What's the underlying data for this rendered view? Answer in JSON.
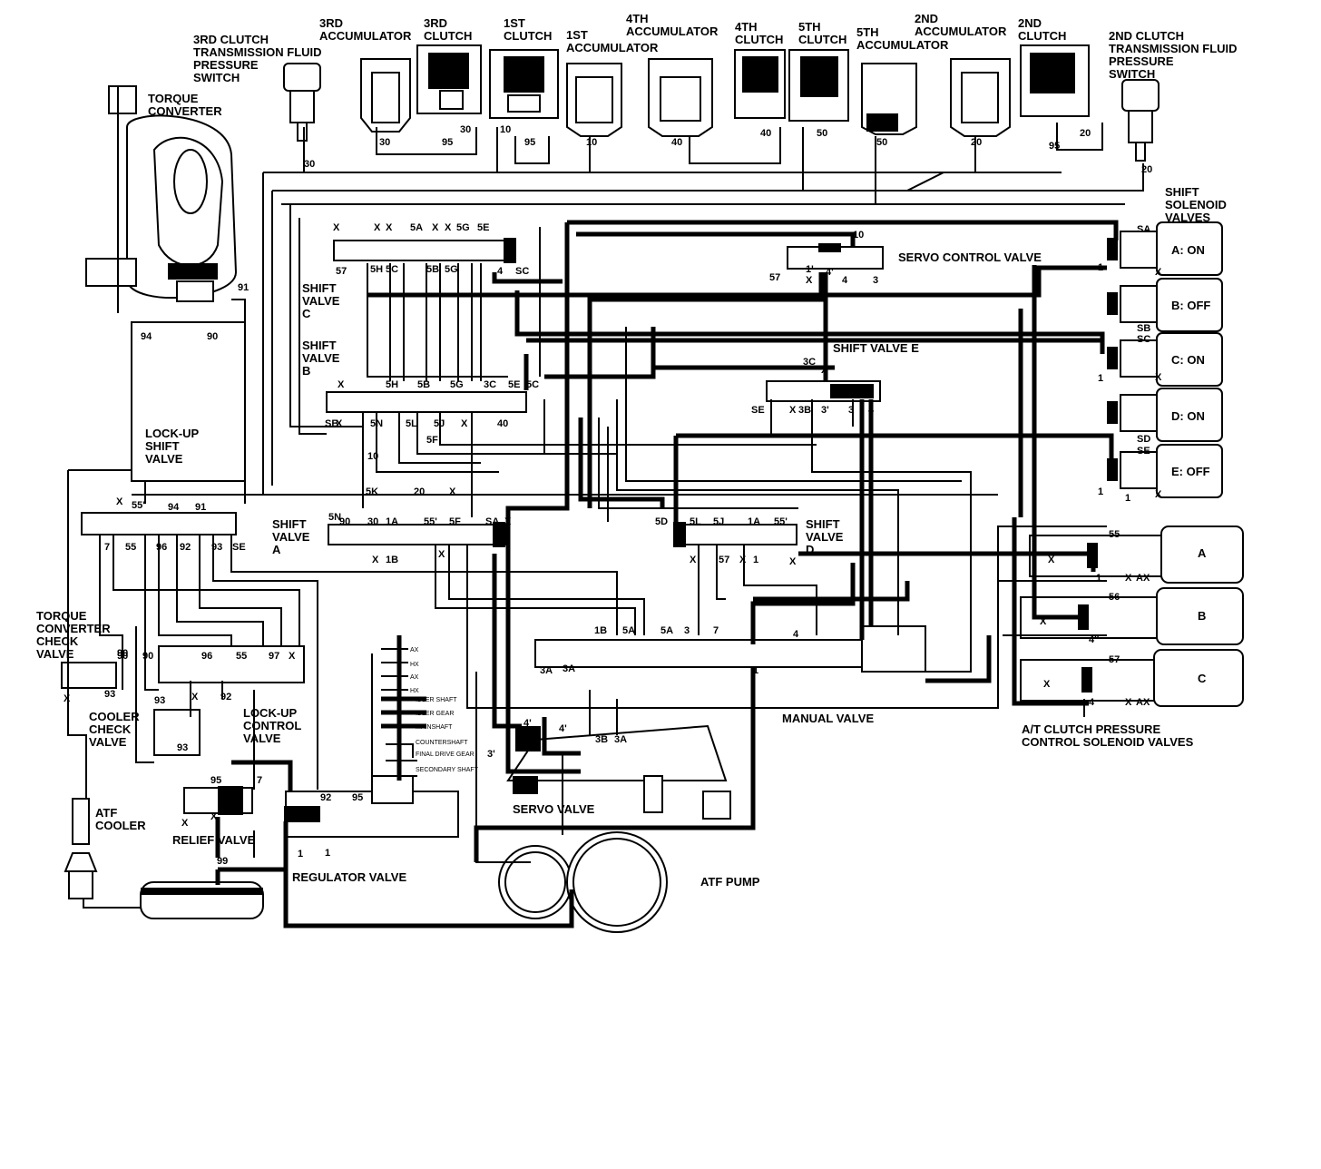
{
  "labels": {
    "torque_converter": "TORQUE\nCONVERTER",
    "clutch3_pressure_switch": "3RD CLUTCH\nTRANSMISSION FLUID\nPRESSURE\nSWITCH",
    "accumulator_3rd": "3RD\nACCUMULATOR",
    "clutch_3rd": "3RD\nCLUTCH",
    "clutch_1st": "1ST\nCLUTCH",
    "accumulator_1st": "1ST\nACCUMULATOR",
    "accumulator_4th": "4TH\nACCUMULATOR",
    "clutch_4th": "4TH\nCLUTCH",
    "clutch_5th": "5TH\nCLUTCH",
    "accumulator_5th": "5TH\nACCUMULATOR",
    "accumulator_2nd": "2ND\nACCUMULATOR",
    "clutch_2nd": "2ND\nCLUTCH",
    "clutch2_pressure_switch": "2ND CLUTCH\nTRANSMISSION FLUID\nPRESSURE\nSWITCH",
    "shift_solenoid_valves": "SHIFT\nSOLENOID\nVALVES",
    "servo_control_valve": "SERVO CONTROL VALVE",
    "shift_valve_c": "SHIFT\nVALVE\nC",
    "shift_valve_b": "SHIFT\nVALVE\nB",
    "shift_valve_e": "SHIFT VALVE E",
    "lockup_shift_valve": "LOCK-UP\nSHIFT\nVALVE",
    "shift_valve_a": "SHIFT\nVALVE\nA",
    "shift_valve_d": "SHIFT\nVALVE\nD",
    "torque_converter_check_valve": "TORQUE\nCONVERTER\nCHECK\nVALVE",
    "cooler_check_valve": "COOLER\nCHECK\nVALVE",
    "lockup_control_valve": "LOCK-UP\nCONTROL\nVALVE",
    "manual_valve": "MANUAL VALVE",
    "at_clutch_pressure_control_solenoid_valves": "A/T CLUTCH PRESSURE\nCONTROL SOLENOID VALVES",
    "atf_cooler": "ATF\nCOOLER",
    "relief_valve": "RELIEF VALVE",
    "regulator_valve": "REGULATOR VALVE",
    "servo_valve": "SERVO VALVE",
    "atf_pump": "ATF PUMP"
  },
  "shift_solenoids": [
    {
      "state": "A: ON",
      "port": "SA"
    },
    {
      "state": "B: OFF",
      "port": "SB"
    },
    {
      "state": "C: ON",
      "port": "SC"
    },
    {
      "state": "D: ON",
      "port": "SD"
    },
    {
      "state": "E: OFF",
      "port": "SE"
    }
  ],
  "pressure_control_solenoids": [
    {
      "name": "A",
      "port": "55"
    },
    {
      "name": "B",
      "port": "56"
    },
    {
      "name": "C",
      "port": "57"
    }
  ],
  "lubrication_labels": [
    "AX",
    "HX",
    "AX",
    "HX",
    "IDLER SHAFT",
    "IDLER GEAR",
    "MAINSHAFT",
    "COUNTERSHAFT",
    "FINAL DRIVE GEAR",
    "SECONDARY SHAFT"
  ],
  "port_labels": {
    "clutch_ports": [
      "30",
      "30",
      "95",
      "30",
      "10",
      "95",
      "10",
      "40",
      "40",
      "50",
      "50",
      "20",
      "95",
      "20",
      "20"
    ],
    "shift_valve_c": [
      "X",
      "X",
      "X",
      "5A",
      "X",
      "X",
      "5G",
      "5E",
      "57",
      "5H",
      "5C",
      "5B",
      "5G",
      "4",
      "SC"
    ],
    "shift_valve_b": [
      "X",
      "5H",
      "5B",
      "5G",
      "3C",
      "5E",
      "5C",
      "SB",
      "X",
      "5N",
      "5L",
      "5J",
      "X",
      "40",
      "5F",
      "10",
      "5K"
    ],
    "shift_valve_a": [
      "5K",
      "20",
      "X",
      "5N",
      "90",
      "30",
      "1A",
      "55'",
      "5F",
      "SA",
      "X",
      "X",
      "1B",
      "X"
    ],
    "lockup_shift_valve": [
      "91",
      "94",
      "90",
      "X",
      "55'",
      "94",
      "91",
      "7",
      "55",
      "96",
      "92",
      "93",
      "SE"
    ],
    "servo_control_valve": [
      "10",
      "57",
      "1'",
      "X",
      "4'",
      "4",
      "3"
    ],
    "shift_valve_e": [
      "3C",
      "X",
      "SE",
      "X",
      "3B",
      "3'",
      "3",
      "4"
    ],
    "shift_valve_d": [
      "5D",
      "5L",
      "5J",
      "1A",
      "55'",
      "X",
      "57",
      "X",
      "1",
      "X"
    ],
    "manual_valve": [
      "1B",
      "5A",
      "5A",
      "3",
      "7",
      "4",
      "3A",
      "3A",
      "1"
    ],
    "servo_valve": [
      "4'",
      "4'",
      "3'",
      "3B",
      "3A"
    ],
    "lockup_control_valve": [
      "90",
      "90",
      "96",
      "55",
      "97",
      "X",
      "93",
      "X",
      "92"
    ],
    "check_valves": [
      "90",
      "93",
      "X",
      "93"
    ],
    "relief_regulator": [
      "95",
      "7",
      "X",
      "X",
      "92",
      "95",
      "1",
      "1",
      "99"
    ],
    "solenoid_misc": [
      "1",
      "X",
      "1",
      "X",
      "1",
      "X",
      "1"
    ],
    "pressure_control_ports": [
      "X",
      "1",
      "X",
      "AX",
      "X",
      "4''",
      "X",
      "4",
      "X",
      "AX"
    ]
  }
}
